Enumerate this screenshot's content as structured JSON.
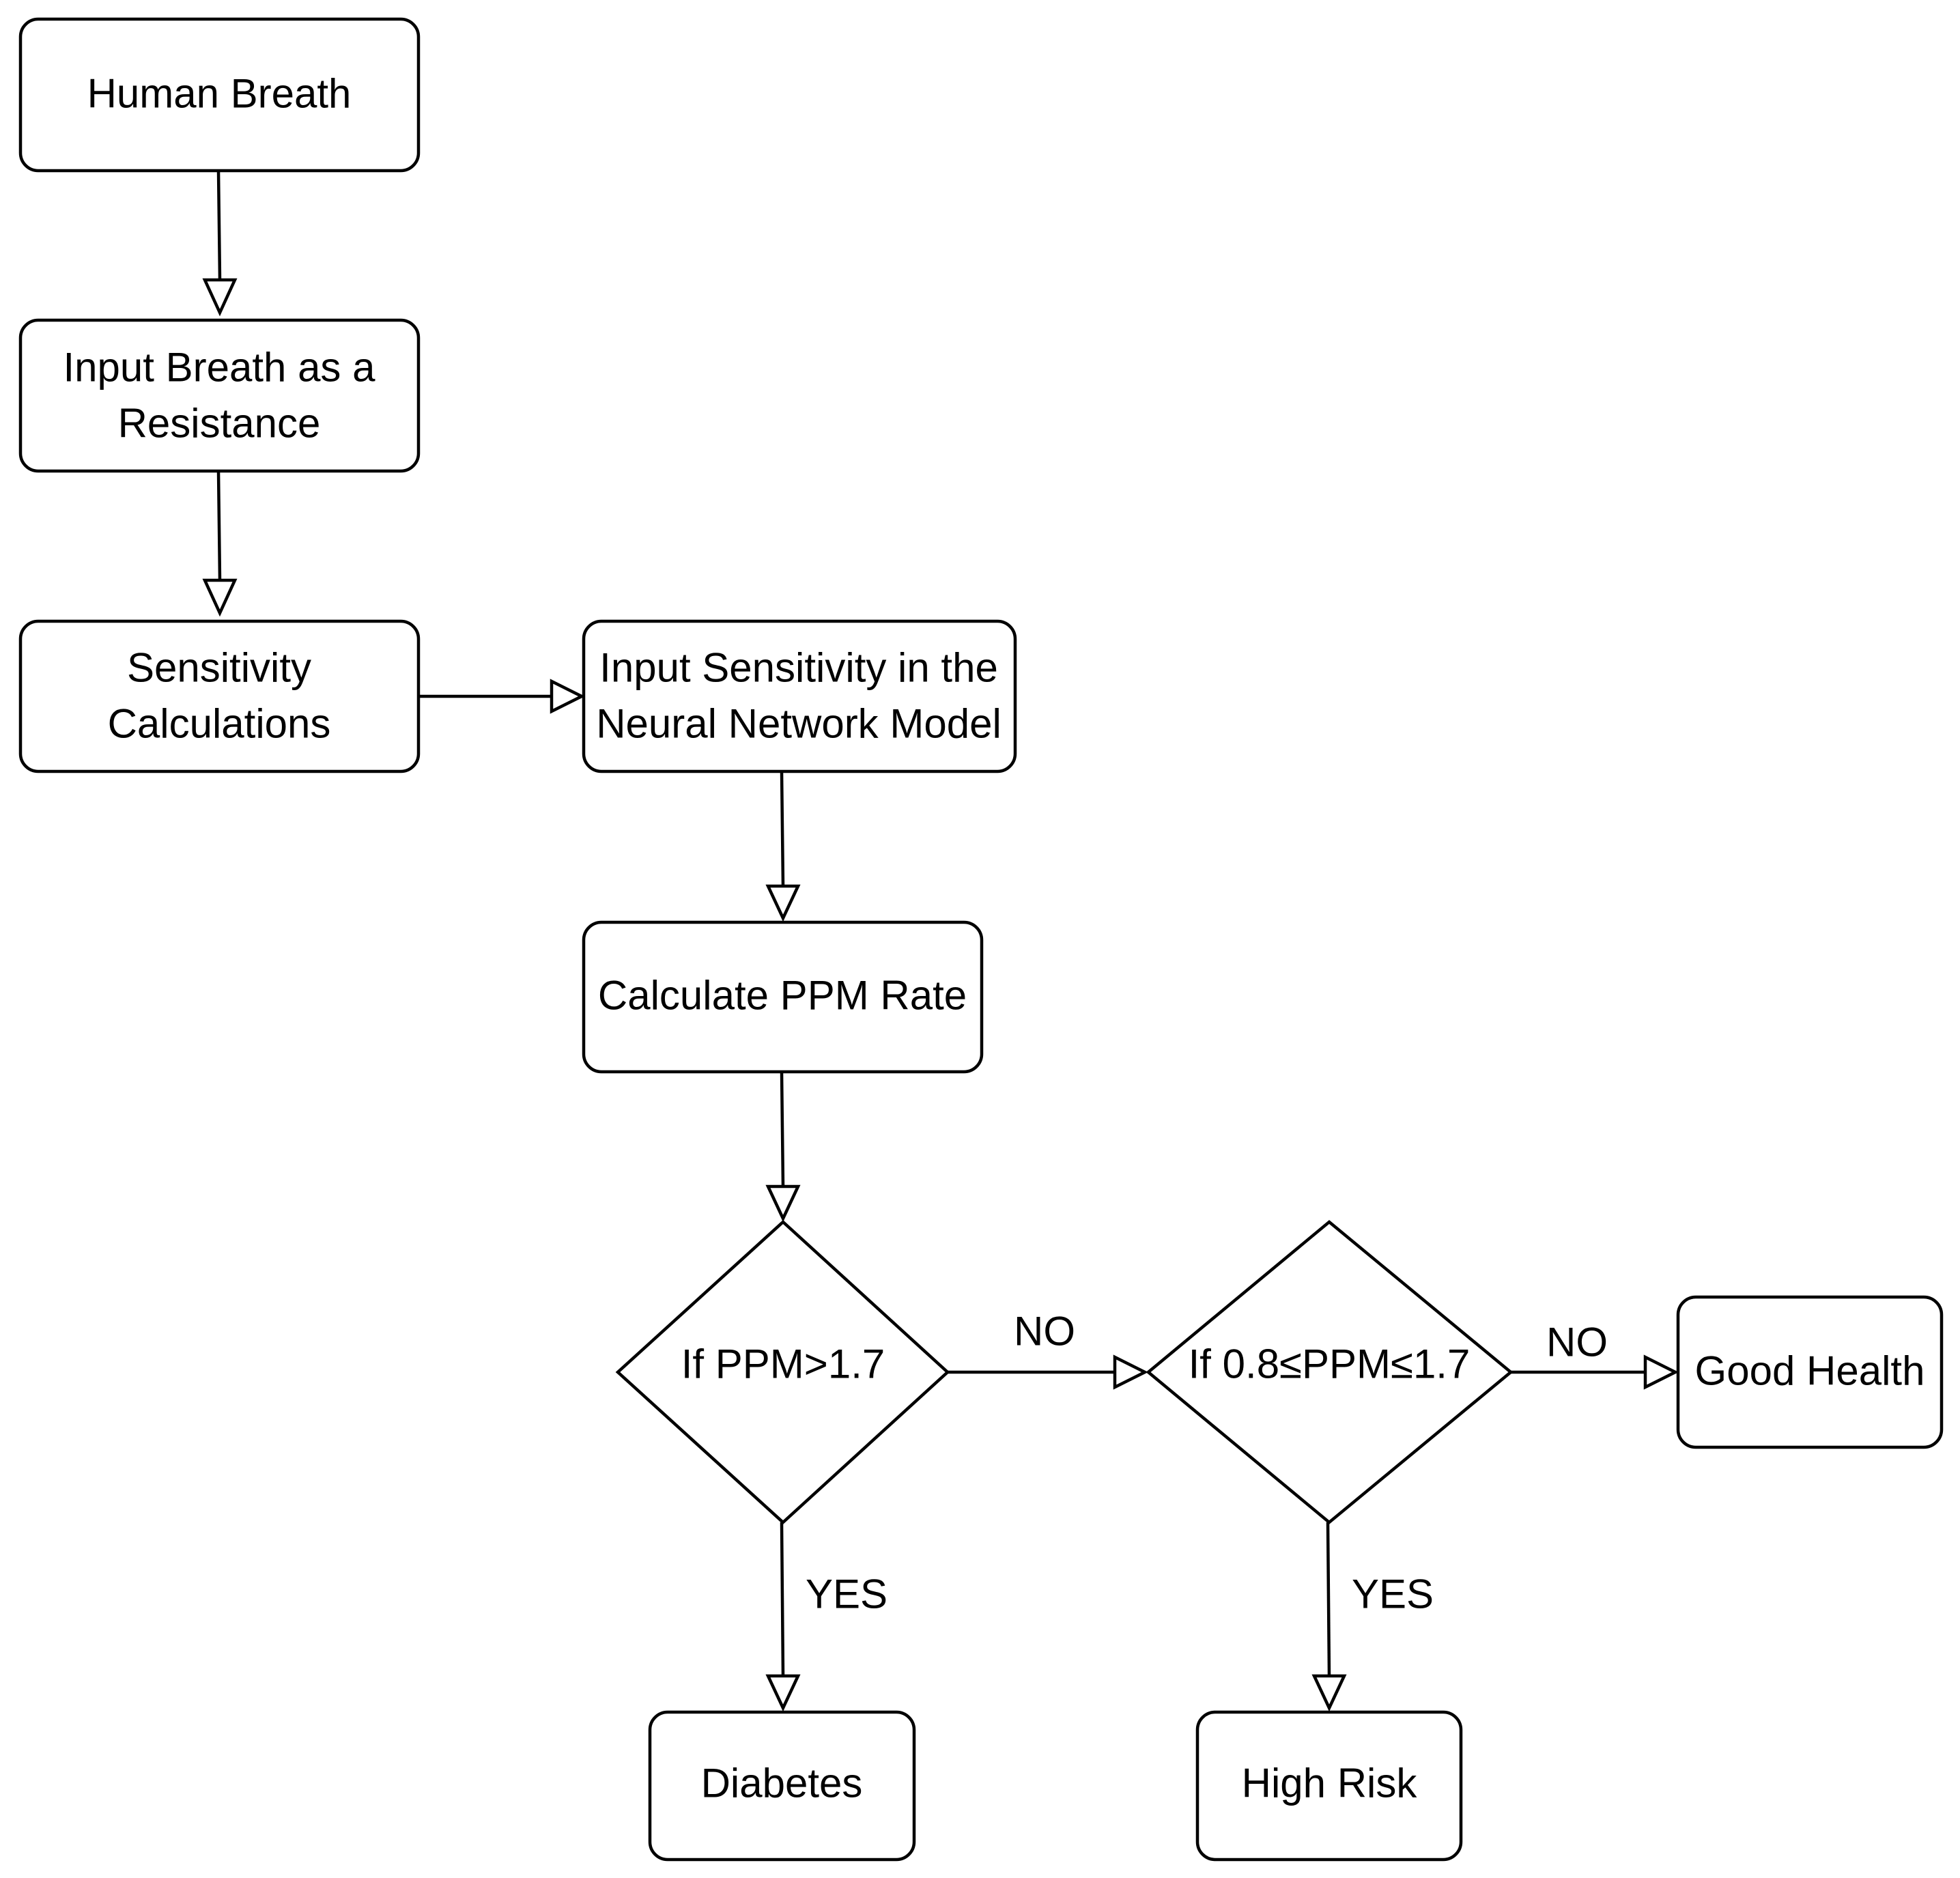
{
  "nodes": {
    "human_breath": {
      "lines": [
        "Human Breath"
      ]
    },
    "input_breath": {
      "lines": [
        "Input Breath as a",
        "Resistance"
      ]
    },
    "sensitivity_calc": {
      "lines": [
        "Sensitivity",
        "Calculations"
      ]
    },
    "input_sensitivity": {
      "lines": [
        "Input Sensitivity in the",
        "Neural Network Model"
      ]
    },
    "calc_ppm": {
      "lines": [
        "Calculate PPM Rate"
      ]
    },
    "decision_high": {
      "lines": [
        "If PPM>1.7"
      ]
    },
    "decision_mid": {
      "lines": [
        "If 0.8≤PPM≤1.7"
      ]
    },
    "diabetes": {
      "lines": [
        "Diabetes"
      ]
    },
    "high_risk": {
      "lines": [
        "High Risk"
      ]
    },
    "good_health": {
      "lines": [
        "Good Health"
      ]
    }
  },
  "edges": {
    "no_1": "NO",
    "no_2": "NO",
    "yes_1": "YES",
    "yes_2": "YES"
  }
}
